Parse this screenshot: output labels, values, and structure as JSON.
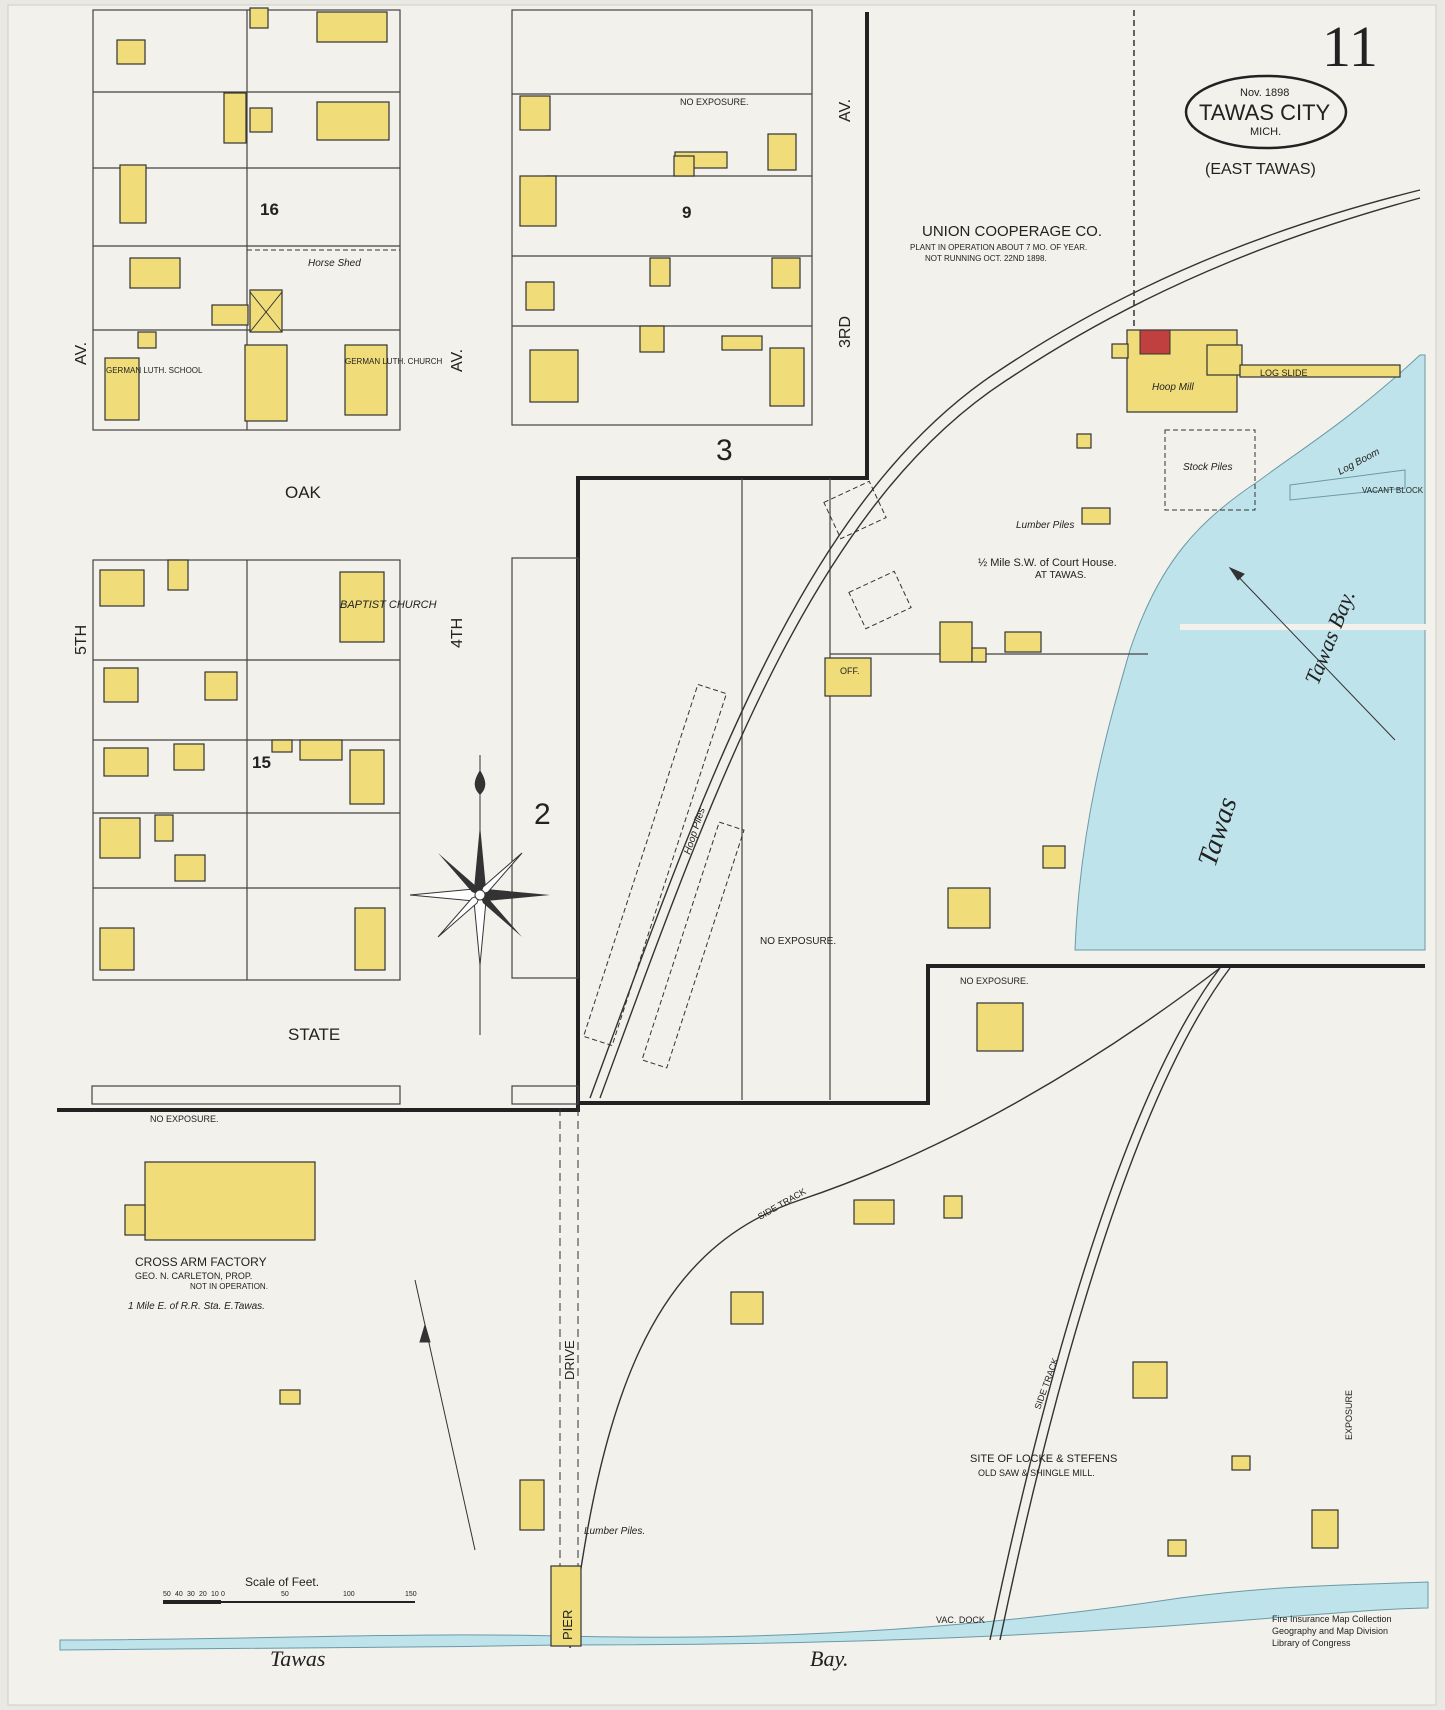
{
  "sheet": {
    "number": "11",
    "date": "Nov. 1898",
    "town": "TAWAS CITY",
    "state": "MICH.",
    "subtitle": "(EAST TAWAS)"
  },
  "streets": {
    "fifth_av": "5TH",
    "av_left": "AV.",
    "fourth": "4TH",
    "av_mid": "AV.",
    "third": "3RD",
    "av_right": "AV.",
    "oak": "OAK",
    "state": "STATE",
    "drive": "DRIVE",
    "pier": "PIER"
  },
  "blocks": {
    "b16": "16",
    "b15": "15",
    "b9": "9",
    "b3": "3",
    "b2": "2"
  },
  "labels": {
    "german_school": "GERMAN LUTH. SCHOOL",
    "german_church": "GERMAN LUTH. CHURCH",
    "baptist": "BAPTIST CHURCH",
    "horse_shed": "Horse Shed",
    "cooperage_title": "UNION COOPERAGE CO.",
    "cooperage_note1": "PLANT IN OPERATION ABOUT 7 MO. OF YEAR.",
    "cooperage_note2": "NOT RUNNING OCT. 22ND 1898.",
    "hoop_mill": "Hoop Mill",
    "log_slide": "LOG SLIDE",
    "stock_piles": "Stock Piles",
    "log_boom": "Log Boom",
    "vacant_block": "VACANT BLOCK",
    "lumber_piles_top": "Lumber Piles",
    "half_mile": "½ Mile S.W. of Court House.",
    "at_tawas": "AT TAWAS.",
    "hoop_piles": "Hoop Piles",
    "off": "OFF.",
    "cross_arm": "CROSS ARM FACTORY",
    "cross_arm_prop": "GEO. N. CARLETON, PROP.",
    "not_operation": "NOT IN OPERATION.",
    "one_mile": "1 Mile E. of R.R. Sta. E.Tawas.",
    "side_track": "SIDE TRACK",
    "site_locke": "SITE OF LOCKE & STEFENS",
    "old_saw": "OLD SAW & SHINGLE MILL.",
    "lumber_piles_bottom": "Lumber Piles.",
    "vac_dock": "VAC. DOCK",
    "tawas_bay_right": "Tawas Bay.",
    "tawas_bay_big": "Tawas",
    "tawas_bottom": "Tawas",
    "bay_bottom": "Bay.",
    "no_exposure_a": "NO EXPOSURE.",
    "no_exposure_b": "NO EXPOSURE.",
    "no_exposure_c": "NO EXPOSURE.",
    "no_exposure_d": "NO EXPOSURE.",
    "exposure_right": "EXPOSURE",
    "stamp1": "Fire Insurance Map Collection",
    "stamp2": "Geography and Map Division",
    "stamp3": "Library of Congress",
    "scale_title": "Scale of Feet.",
    "scale_ticks": [
      "50",
      "40",
      "30",
      "20",
      "10",
      "0",
      "50",
      "100",
      "150"
    ]
  },
  "colors": {
    "paper": "#f2f1eb",
    "brick": "#f0dd7a",
    "water": "#bfe3ea",
    "ink": "#222222"
  }
}
